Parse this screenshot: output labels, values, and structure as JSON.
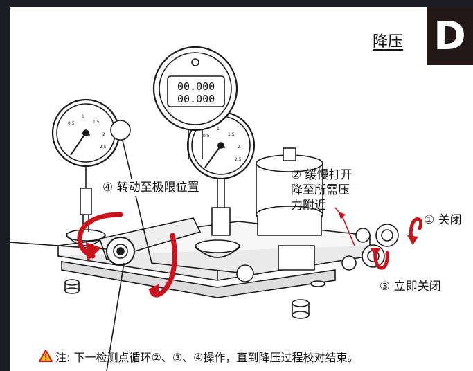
{
  "title": "降压",
  "letter": "D",
  "steps": {
    "step1": "① 关闭",
    "step2_line1": "② 缓慢打开",
    "step2_line2": "降至所需压",
    "step2_line3": "力附近",
    "step3": "③ 立即关闭",
    "step4": "④ 转动至极限位置"
  },
  "note": {
    "text": "注: 下一检测点循环②、③、④操作，直到降压过程校对结束。"
  },
  "gauges": {
    "digital_reading_top": "00.000",
    "digital_reading_bottom": "00.000",
    "unit": "MPa",
    "left_ticks": [
      "1",
      "1.5",
      "2",
      "2.5",
      "0.5"
    ],
    "right_ticks": [
      "1",
      "1.5",
      "2",
      "2.5",
      "0.5"
    ]
  },
  "colors": {
    "arrow_red": "#c9141e",
    "letter_bg": "#231815",
    "warning_red": "#d7161e",
    "warning_yellow": "#f5c400"
  }
}
